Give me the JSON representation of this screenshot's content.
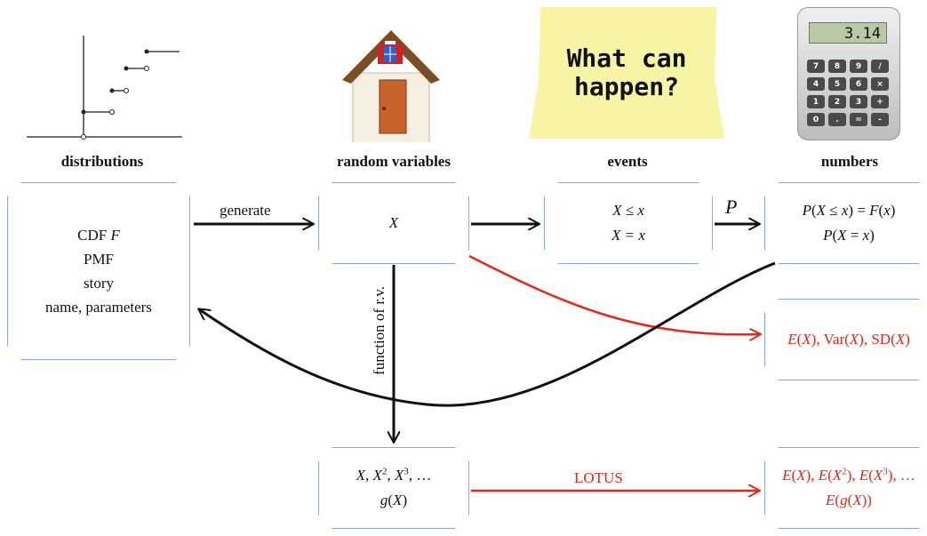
{
  "columns": {
    "distributions": "distributions",
    "random_variables": "random variables",
    "events": "events",
    "numbers": "numbers"
  },
  "boxes": {
    "distributions": {
      "lines": [
        "CDF F",
        "PMF",
        "story",
        "name, parameters"
      ]
    },
    "random_variable": {
      "lines": [
        "X"
      ]
    },
    "events": {
      "lines": [
        "X ≤ x",
        "X = x"
      ]
    },
    "probabilities": {
      "lines": [
        "P(X ≤ x) = F(x)",
        "P(X = x)"
      ]
    },
    "moments": {
      "lines": [
        "E(X), Var(X), SD(X)"
      ]
    },
    "functions": {
      "lines": [
        "X, X², X³, …",
        "g(X)"
      ]
    },
    "lotus_results": {
      "lines": [
        "E(X), E(X²), E(X³), …",
        "E(g(X))"
      ]
    }
  },
  "edges": {
    "generate": "generate",
    "probability": "P",
    "function_of_rv": "function of r.v.",
    "lotus": "LOTUS"
  },
  "sticky_note": {
    "text_line1": "What can",
    "text_line2": "happen?"
  },
  "calculator": {
    "display": "3.14",
    "keys": [
      "7",
      "8",
      "9",
      "/",
      "4",
      "5",
      "6",
      "×",
      "1",
      "2",
      "3",
      "+",
      "0",
      ".",
      "=",
      "-"
    ]
  },
  "colors": {
    "box_border": "#8da3f0",
    "red": "#e8271a",
    "note": "#f7f5a3"
  }
}
